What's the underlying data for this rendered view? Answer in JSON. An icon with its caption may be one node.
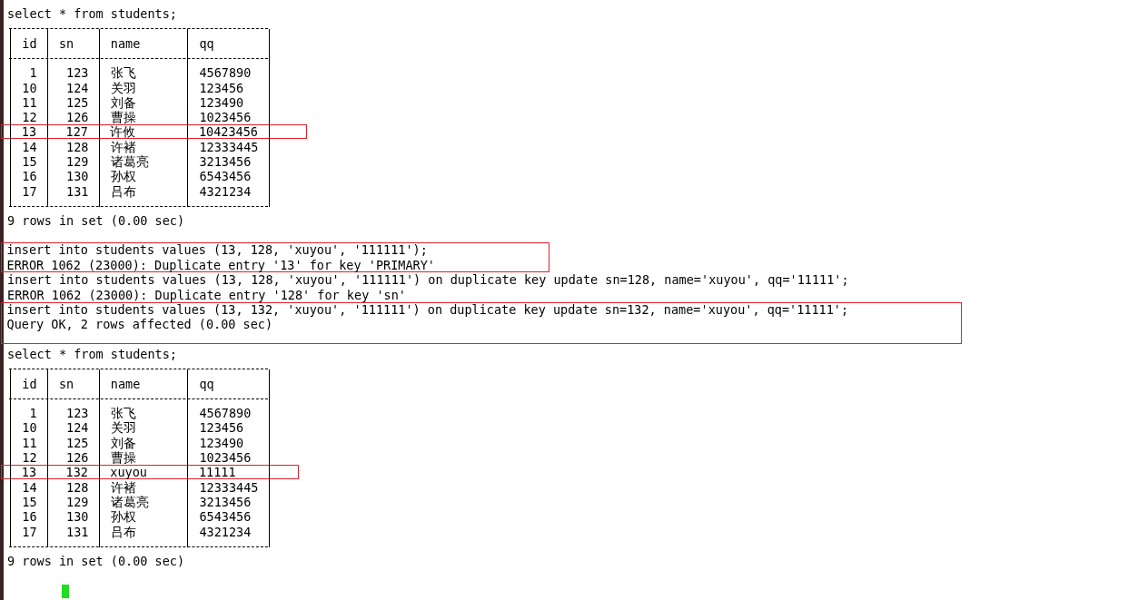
{
  "diagram": {
    "nodes": [
      {
        "text": [
          "13",
          "127",
          "许攸",
          "10423456"
        ]
      },
      {
        "text": [
          "insert into students values (13, 128, 'xuyou', '111111');",
          "ERROR 1062 (23000): Duplicate entry '13' for key 'PRIMARY'"
        ]
      },
      {
        "text": [
          "insert into students values (13, 132, 'xuyou', '111111') on duplicate key update sn=132, name='xuyou', qq='11111';",
          "Query OK, 2 rows affected (0.00 sec)"
        ]
      },
      {
        "text": [
          "13",
          "132",
          "xuyou",
          "11111"
        ]
      }
    ],
    "edges": [],
    "labels": [
      "select * from students;",
      "id",
      "sn",
      "name",
      "qq",
      "1",
      "123",
      "张飞",
      "4567890",
      "10",
      "124",
      "关羽",
      "123456",
      "11",
      "125",
      "刘备",
      "123490",
      "12",
      "126",
      "曹操",
      "1023456",
      "14",
      "128",
      "许褚",
      "12333445",
      "15",
      "129",
      "诸葛亮",
      "3213456",
      "16",
      "130",
      "孙权",
      "6543456",
      "17",
      "131",
      "吕布",
      "4321234",
      "9 rows in set (0.00 sec)",
      "insert into students values (13, 128, 'xuyou', '111111') on duplicate key update sn=128, name='xuyou', qq='11111';",
      "ERROR 1062 (23000): Duplicate entry '128' for key 'sn'",
      "select * from students;",
      "id",
      "sn",
      "name",
      "qq",
      "1",
      "123",
      "张飞",
      "4567890",
      "10",
      "124",
      "关羽",
      "123456",
      "11",
      "125",
      "刘备",
      "123490",
      "12",
      "126",
      "曹操",
      "1023456",
      "14",
      "128",
      "许褚",
      "12333445",
      "15",
      "129",
      "诸葛亮",
      "3213456",
      "16",
      "130",
      "孙权",
      "6543456",
      "17",
      "131",
      "吕布",
      "4321234",
      "9 rows in set (0.00 sec)"
    ]
  }
}
